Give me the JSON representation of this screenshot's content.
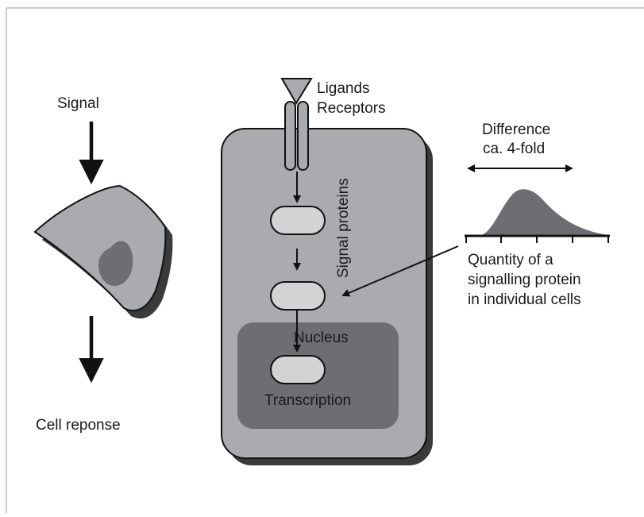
{
  "labels": {
    "signal": "Signal",
    "cell_response": "Cell reponse",
    "ligands": "Ligands",
    "receptors": "Receptors",
    "signal_proteins": "Signal proteins",
    "nucleus": "Nucleus",
    "transcription": "Transcription",
    "difference_line1": "Difference",
    "difference_line2": "ca. 4-fold",
    "quantity_line1": "Quantity of a",
    "quantity_line2": "signalling protein",
    "quantity_line3": "in individual cells"
  },
  "colors": {
    "cell_fill": "#a9abae",
    "nucleus_fill": "#6d6e71",
    "protein_fill": "#d1d3d4",
    "shadow": "#3a3a3a",
    "distribution_fill": "#6d6e71",
    "stroke": "#111111"
  }
}
